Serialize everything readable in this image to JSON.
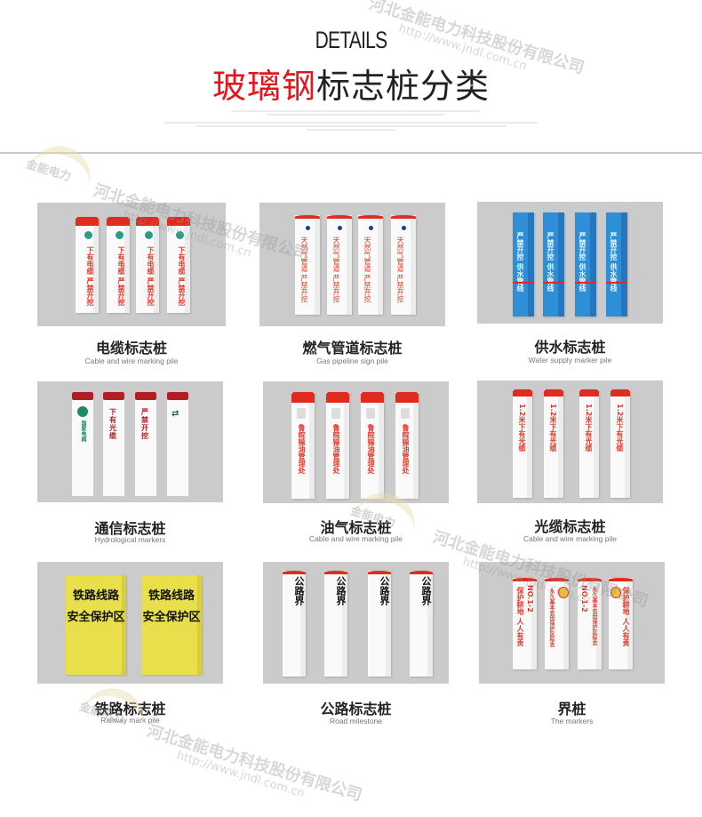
{
  "header": {
    "eyebrow": "DETAILS",
    "title_red": "玻璃钢",
    "title_rest": "标志桩分类"
  },
  "watermark": {
    "company": "河北金能电力科技股份有限公司",
    "url": "http://www.jndl.com.cn",
    "logo_text": "金能电力"
  },
  "colors": {
    "accent_red": "#e8141c",
    "panel_gray": "#cbcbcb",
    "cap_red": "#e02b1f",
    "water_blue": "#2e8ed6",
    "rail_yellow": "#e9df4a"
  },
  "products": [
    {
      "title_zh": "电缆标志桩",
      "title_en": "Cable and wire marking pile",
      "post_text": "下有电缆 严禁开挖",
      "count": 4
    },
    {
      "title_zh": "燃气管道标志桩",
      "title_en": "Gas pipeline sign pile",
      "post_text": "天然气管道 严禁开挖",
      "count": 4
    },
    {
      "title_zh": "供水标志桩",
      "title_en": "Water supply marker pile",
      "post_text": "严禁开挖 供水管线",
      "count": 4
    },
    {
      "title_zh": "通信标志桩",
      "title_en": "Hydrological markers",
      "post_texts": [
        "国家电网",
        "下有光缆",
        "严禁开挖",
        "⇄"
      ],
      "count": 4
    },
    {
      "title_zh": "油气标志桩",
      "title_en": "Cable and wire marking pile",
      "post_text": "鲁皖输油管理处",
      "count": 4
    },
    {
      "title_zh": "光缆标志桩",
      "title_en": "Cable and wire marking pile",
      "post_text": "1.2米下有光缆",
      "count": 4
    },
    {
      "title_zh": "铁路标志桩",
      "title_en": "Railway mark pile",
      "post_line1": "铁路线路",
      "post_line2": "安全保护区",
      "count": 2
    },
    {
      "title_zh": "公路标志桩",
      "title_en": "Road milestone",
      "post_text": "公路界",
      "count": 4
    },
    {
      "title_zh": "界桩",
      "title_en": "The markers",
      "post_texts": [
        "保护耕地 人人有责",
        "NO.1-2",
        "永久基本农田保护区标志"
      ],
      "count": 4
    }
  ]
}
